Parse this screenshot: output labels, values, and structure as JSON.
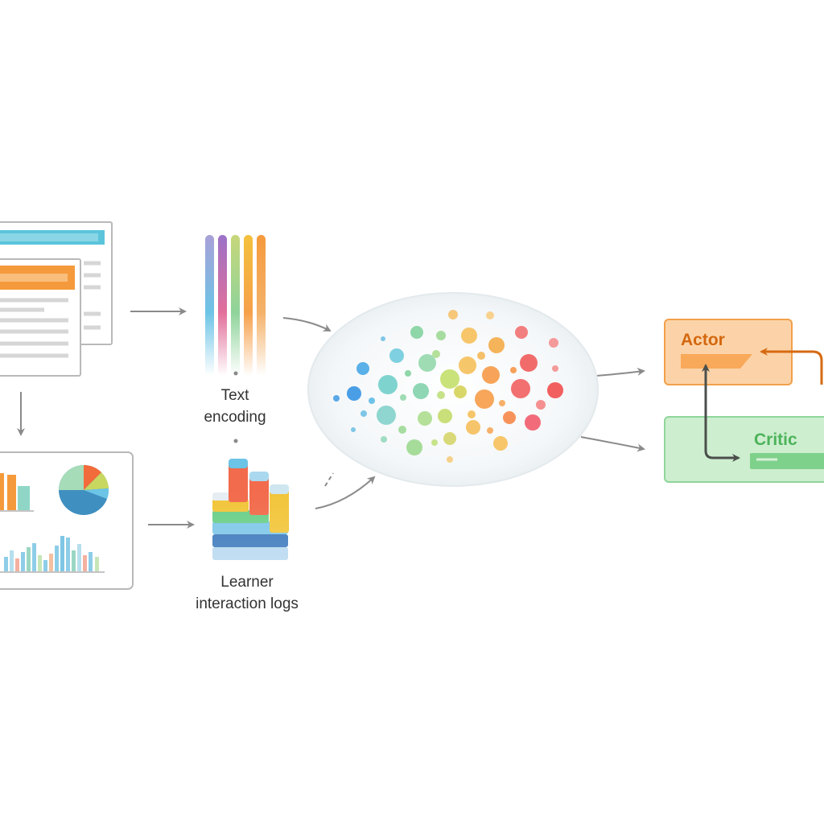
{
  "labels": {
    "text_encoding_line1": "Text",
    "text_encoding_line2": "encoding",
    "logs_line1": "Learner",
    "logs_line2": "interaction logs",
    "actor": "Actor",
    "critic": "Critic"
  },
  "colors": {
    "arrow": "#8a8a8a",
    "actor_fill": "#fcd3a8",
    "actor_border": "#f2a04a",
    "actor_text": "#d4670e",
    "actor_arrow": "#d66a12",
    "critic_fill": "#cdeecf",
    "critic_border": "#8fd69a",
    "critic_text": "#4cb35a",
    "loop_arrow": "#4a4f4b",
    "document_blue": "#5bc4db",
    "document_orange": "#f59a3c"
  },
  "icons": {
    "documents": "document-stack-icon",
    "dashboard": "analytics-dashboard-icon",
    "encoding": "embedding-bars-icon",
    "logs": "stacked-logs-icon",
    "cluster": "latent-space-cluster-icon"
  }
}
